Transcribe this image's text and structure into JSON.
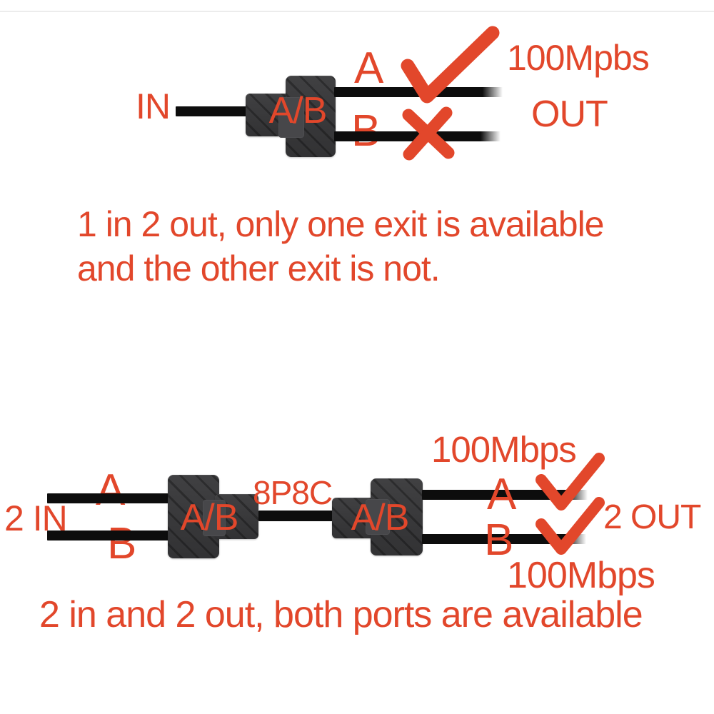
{
  "colors": {
    "accent": "#e2472b",
    "cable": "#0d0d0d",
    "device_body": "#363638",
    "device_panel": "#47474a",
    "divider": "#ececec",
    "background": "#ffffff"
  },
  "top_diagram": {
    "in_label": "IN",
    "splitter_label": "A/B",
    "port_a_label": "A",
    "port_b_label": "B",
    "speed_label": "100Mpbs",
    "out_label": "OUT",
    "caption_line1": "1 in 2 out, only one exit is available",
    "caption_line2": "and the other exit is not."
  },
  "bottom_diagram": {
    "speed_label_top": "100Mbps",
    "in_label": "2 IN",
    "in_port_a_label": "A",
    "in_port_b_label": "B",
    "splitter_left_label": "A/B",
    "connector_label": "8P8C",
    "splitter_right_label": "A/B",
    "out_port_a_label": "A",
    "out_port_b_label": "B",
    "out_label": "2 OUT",
    "speed_label_bottom": "100Mbps",
    "caption": "2 in and 2 out, both ports are available"
  }
}
